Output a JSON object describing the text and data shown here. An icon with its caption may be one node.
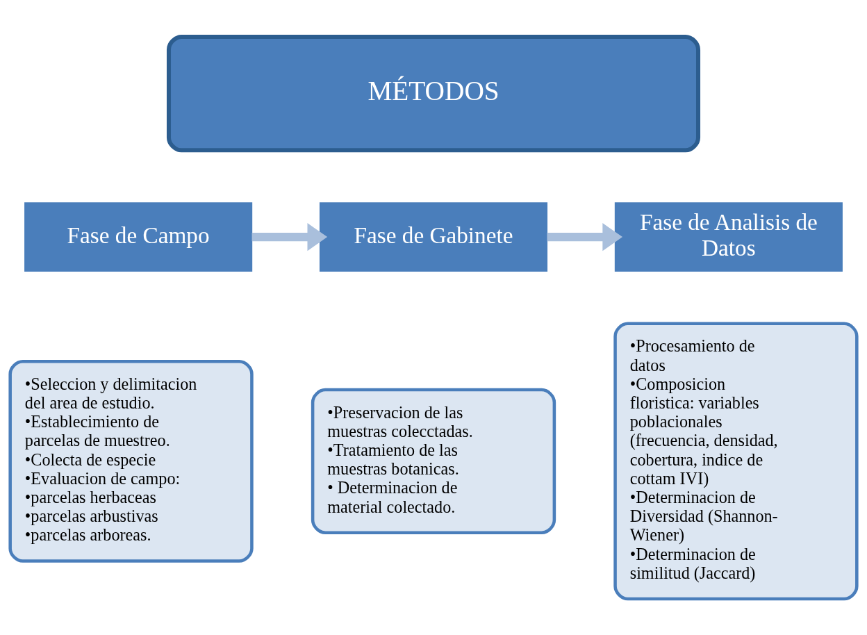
{
  "diagram": {
    "nodes": [
      {
        "text": [
          "MÉTODOS"
        ]
      },
      {
        "text": [
          "Fase de Campo"
        ]
      },
      {
        "text": [
          "Fase de Gabinete"
        ]
      },
      {
        "text": [
          "Fase de Analisis de Datos"
        ]
      },
      {
        "text": [
          "•Seleccion y delimitacion del area de estudio.",
          "•Establecimiento de parcelas de muestreo.",
          "•Colecta de especie",
          "•Evaluacion de campo:",
          "•parcelas herbaceas",
          "•parcelas arbustivas",
          "•parcelas arboreas."
        ]
      },
      {
        "text": [
          "•Preservacion de las muestras colecctadas.",
          "•Tratamiento de las muestras botanicas.",
          "• Determinacion de material colectado."
        ]
      },
      {
        "text": [
          "•Procesamiento de datos",
          "•Composicion floristica: variables poblacionales (frecuencia, densidad, cobertura, indice de cottam IVI)",
          "•Determinacion de Diversidad (Shannon-Wiener)",
          "•Determinacion de similitud (Jaccard)"
        ]
      }
    ],
    "edges": [
      {
        "from": 1,
        "to": 2,
        "arrow": "to"
      },
      {
        "from": 2,
        "to": 3,
        "arrow": "to"
      }
    ]
  }
}
